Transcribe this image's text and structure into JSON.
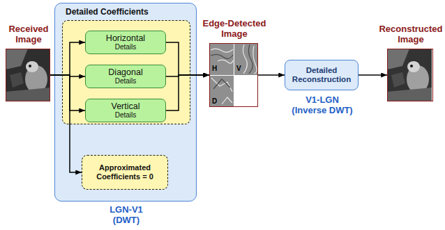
{
  "diagram": {
    "nodes": [
      {
        "text": [
          "Received Image"
        ]
      },
      {
        "text": [
          "LGN-V1 (DWT)"
        ]
      },
      {
        "text": [
          "Detailed Coefficients"
        ],
        "in": 1
      },
      {
        "text": [
          "Horizontal",
          "Details"
        ],
        "in": 2
      },
      {
        "text": [
          "Diagonal",
          "Details"
        ],
        "in": 2
      },
      {
        "text": [
          "Vertical",
          "Details"
        ],
        "in": 2
      },
      {
        "text": [
          "Approximated Coefficients = 0"
        ],
        "in": 1
      },
      {
        "text": [
          "Edge-Detected Image"
        ]
      },
      {
        "text": [
          "Detailed Reconstruction",
          "V1-LGN (Inverse DWT)"
        ]
      },
      {
        "text": [
          "Reconstructed Image"
        ]
      }
    ],
    "edges": [
      {
        "from": 0,
        "to": 3,
        "arrow": "to"
      },
      {
        "from": 0,
        "to": 4,
        "arrow": "to"
      },
      {
        "from": 0,
        "to": 5,
        "arrow": "to"
      },
      {
        "from": 0,
        "to": 6,
        "arrow": "to"
      },
      {
        "from": 3,
        "to": 7,
        "arrow": "to"
      },
      {
        "from": 4,
        "to": 7,
        "arrow": "to"
      },
      {
        "from": 5,
        "to": 7,
        "arrow": "to"
      },
      {
        "from": 7,
        "to": 8,
        "arrow": "to"
      },
      {
        "from": 8,
        "to": 9,
        "arrow": "to"
      }
    ],
    "labels": [
      "H",
      "V",
      "D"
    ]
  }
}
